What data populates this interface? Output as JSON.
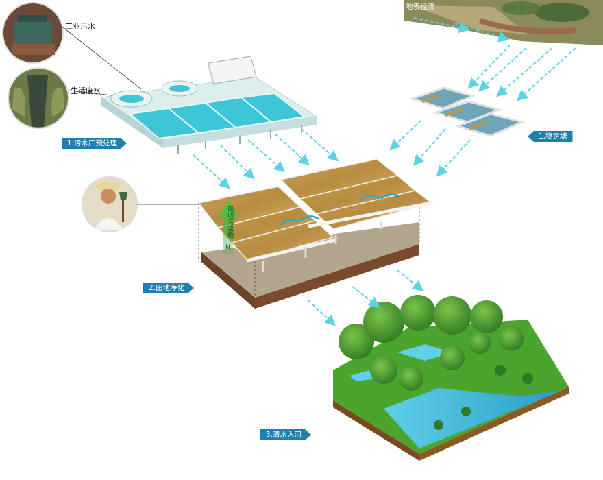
{
  "labels": {
    "industrial_sewage": "工业污水",
    "domestic_wastewater": "生活废水",
    "surface_runoff": "地表径流",
    "step1_plant": "1.污水厂预处理",
    "step1_pond": "1.稳定塘",
    "step2_field": "2.田地净化",
    "step3_river": "3.清水入河",
    "absorb_text": "吸收污染物",
    "nutrient_mark": "N"
  },
  "colors": {
    "tag_blue": "#1f7fae",
    "water_cyan": "#3cc6d8",
    "arrow_cyan": "#5fd3e6",
    "soil_brown": "#7a4a2c",
    "grass_green": "#4aa42e",
    "river_blue": "#38b6d6"
  }
}
